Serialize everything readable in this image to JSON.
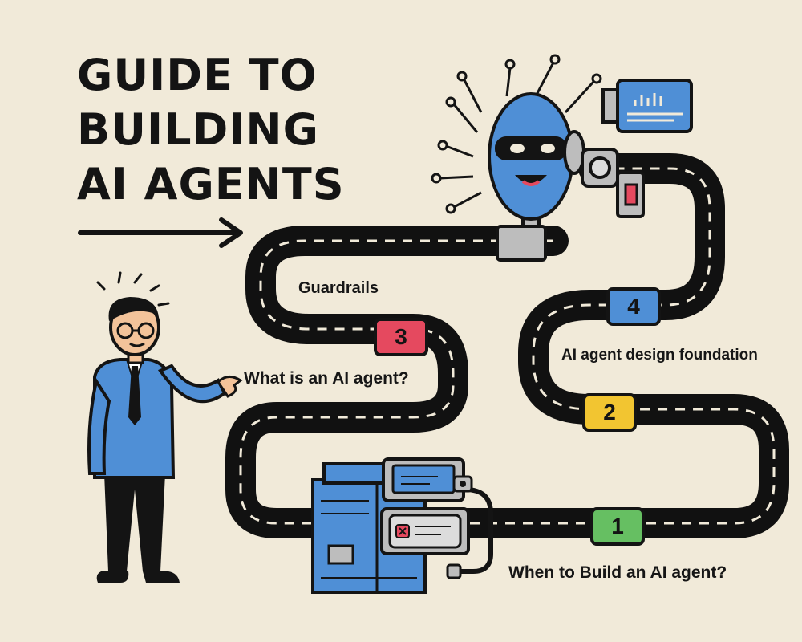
{
  "title": {
    "line1": "GUIDE TO",
    "line2": "BUILDING",
    "line3": "AI AGENTS"
  },
  "steps": [
    {
      "number": "1",
      "label": "When to Build an AI agent?",
      "color": "#66bf62"
    },
    {
      "number": "2",
      "label": "AI agent  design foundation",
      "color": "#f2c531"
    },
    {
      "number": "3",
      "label": "What is an AI agent?",
      "color": "#e5495f"
    },
    {
      "number": "4",
      "label": "Guardrails",
      "color": "#4f8fd6"
    }
  ],
  "colors": {
    "background": "#f1ead9",
    "road": "#111111",
    "accent_blue": "#4f8fd6",
    "ink": "#141414"
  },
  "icons": [
    "arrow-right-icon",
    "robot-icon",
    "monitor-icon",
    "server-icon",
    "presenter-figure"
  ]
}
